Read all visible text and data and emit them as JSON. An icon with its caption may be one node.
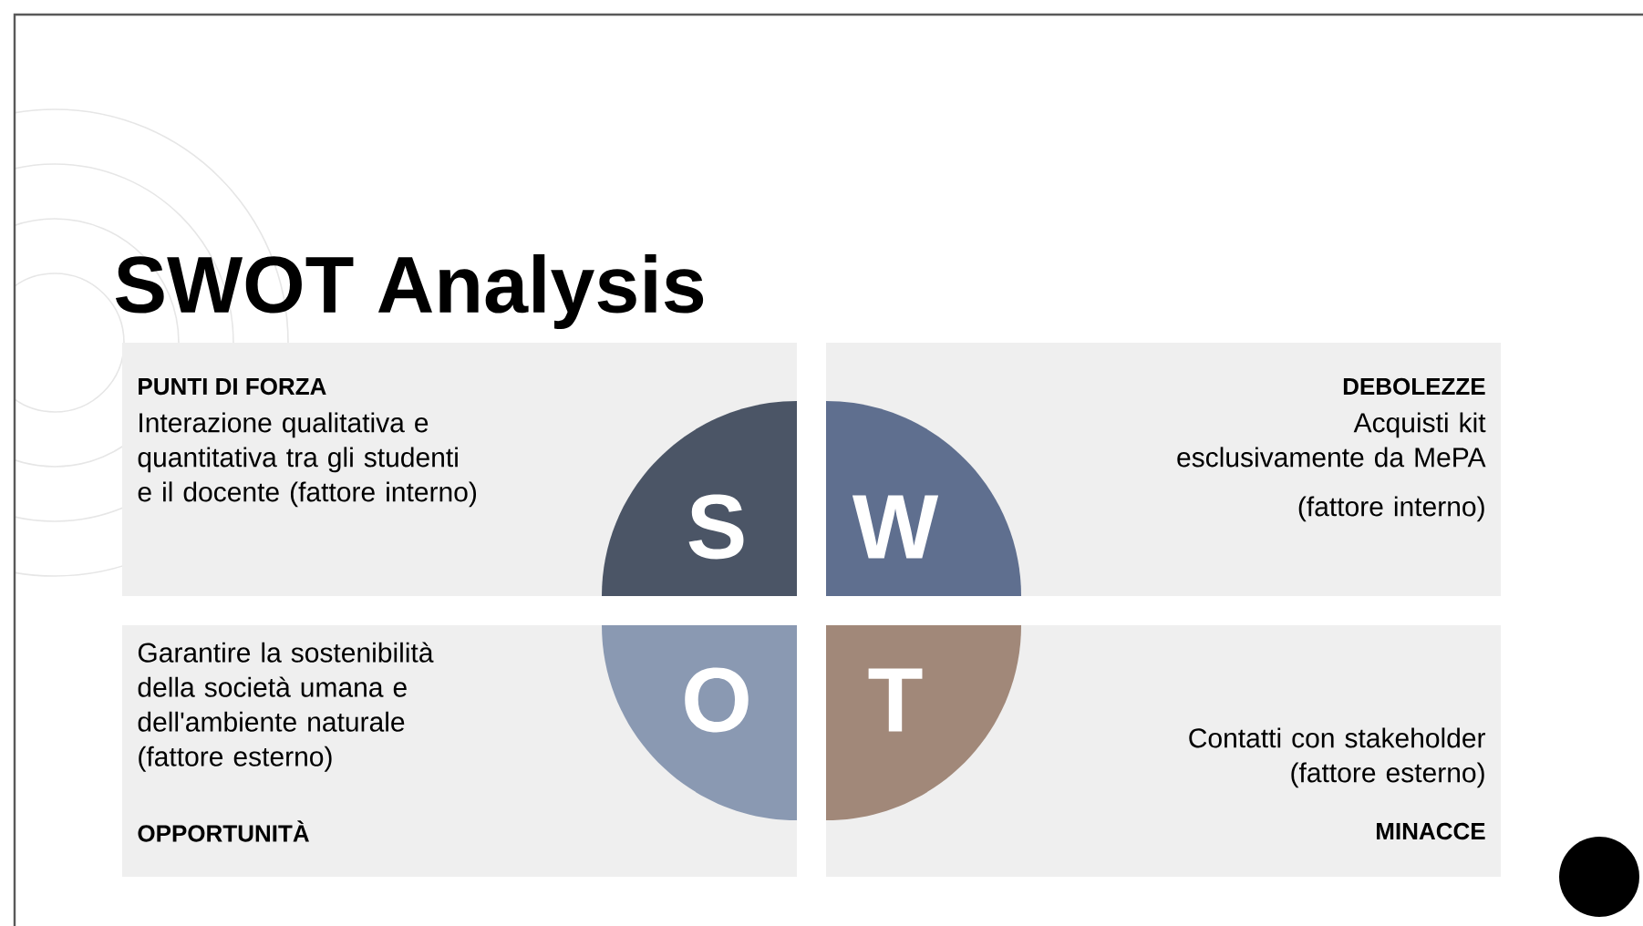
{
  "diagram": {
    "title": "SWOT Analysis",
    "nodes": [
      {
        "text": [
          "PUNTI DI FORZA",
          "Interazione qualitativa e quantitativa tra gli studenti e il docente (fattore interno)"
        ]
      },
      {
        "text": [
          "S"
        ],
        "in": 0
      },
      {
        "text": [
          "DEBOLEZZE",
          "Acquisti kit esclusivamente da MePA",
          "(fattore interno)"
        ]
      },
      {
        "text": [
          "W"
        ],
        "in": 2
      },
      {
        "text": [
          "Garantire la sostenibilità della società umana e dell'ambiente naturale (fattore esterno)",
          "OPPORTUNITÀ"
        ]
      },
      {
        "text": [
          "O"
        ],
        "in": 4
      },
      {
        "text": [
          "Contatti con stakeholder (fattore esterno)",
          "MINACCE"
        ]
      },
      {
        "text": [
          "T"
        ],
        "in": 6
      }
    ]
  }
}
